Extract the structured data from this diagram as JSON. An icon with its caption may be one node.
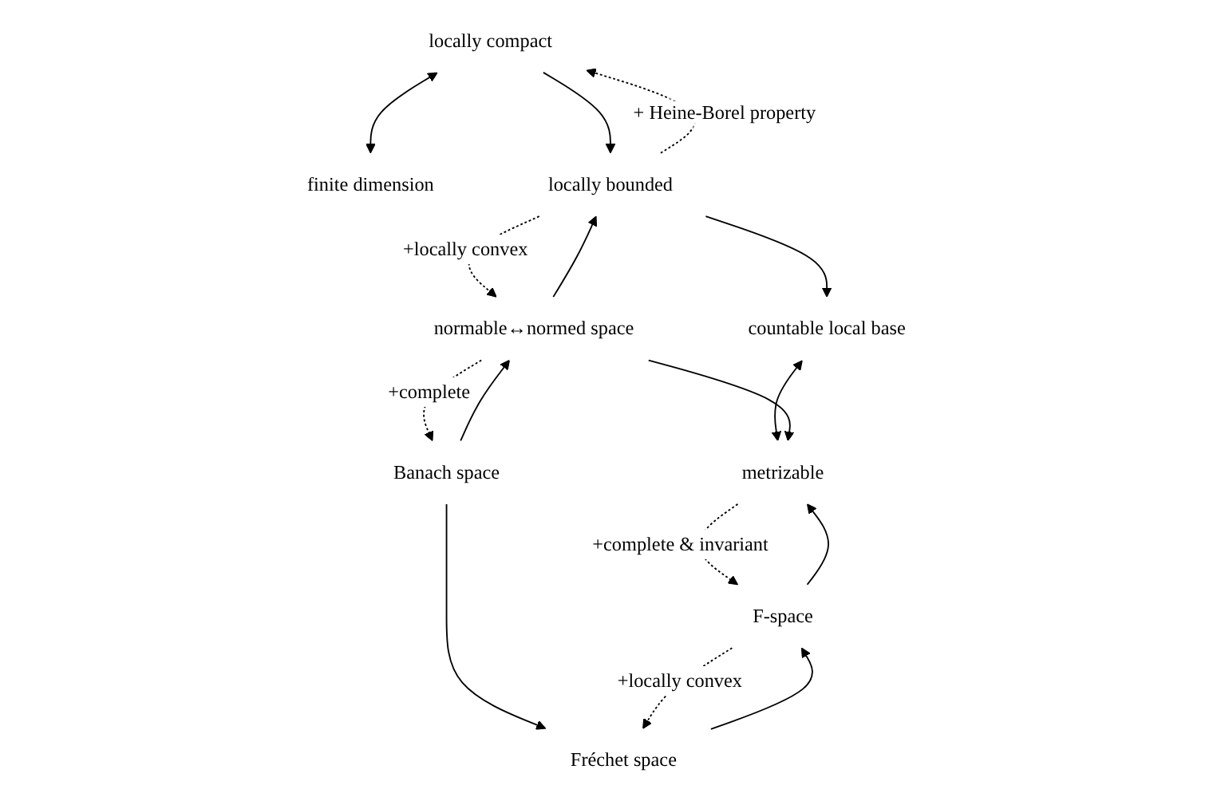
{
  "diagram": {
    "nodes": [
      {
        "text": [
          "locally compact"
        ]
      },
      {
        "text": [
          "finite dimension"
        ]
      },
      {
        "text": [
          "locally bounded"
        ]
      },
      {
        "text": [
          "countable local base"
        ]
      },
      {
        "text": [
          "normable↔normed space"
        ]
      },
      {
        "text": [
          "metrizable"
        ]
      },
      {
        "text": [
          "Banach space"
        ]
      },
      {
        "text": [
          "F-space"
        ]
      },
      {
        "text": [
          "Fréchet space"
        ]
      }
    ],
    "edges": [
      {
        "from": 0,
        "to": 1,
        "arrow": "both"
      },
      {
        "from": 0,
        "to": 2,
        "arrow": "to"
      },
      {
        "from": 2,
        "to": 0,
        "arrow": "to",
        "style": "dashed",
        "label": "+ Heine-Borel property"
      },
      {
        "from": 4,
        "to": 2,
        "arrow": "to"
      },
      {
        "from": 2,
        "to": 4,
        "arrow": "to",
        "style": "dashed",
        "label": "+locally convex"
      },
      {
        "from": 2,
        "to": 3,
        "arrow": "to"
      },
      {
        "from": 3,
        "to": 5,
        "arrow": "both"
      },
      {
        "from": 4,
        "to": 5,
        "arrow": "to"
      },
      {
        "from": 6,
        "to": 4,
        "arrow": "to"
      },
      {
        "from": 4,
        "to": 6,
        "arrow": "to",
        "style": "dashed",
        "label": "+complete"
      },
      {
        "from": 7,
        "to": 5,
        "arrow": "to"
      },
      {
        "from": 5,
        "to": 7,
        "arrow": "to",
        "style": "dashed",
        "label": "+complete & invariant"
      },
      {
        "from": 6,
        "to": 8,
        "arrow": "to"
      },
      {
        "from": 8,
        "to": 7,
        "arrow": "to"
      },
      {
        "from": 7,
        "to": 8,
        "arrow": "to",
        "style": "dashed",
        "label": "+locally convex"
      }
    ]
  }
}
